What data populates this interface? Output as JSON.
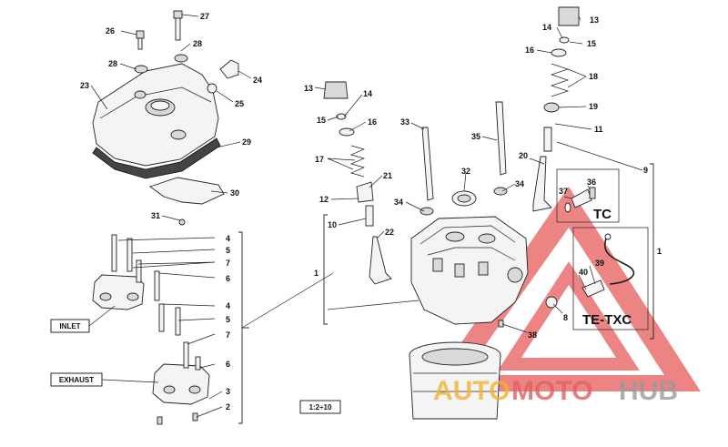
{
  "labels": {
    "inlet": "INLET",
    "exhaust": "EXHAUST",
    "scale": "1:2÷10",
    "tc": "TC",
    "te_txc": "TE-TXC"
  },
  "callouts": {
    "n1": "1",
    "n2": "2",
    "n3": "3",
    "n4": "4",
    "n5": "5",
    "n6": "6",
    "n7": "7",
    "n8": "8",
    "n9": "9",
    "n10": "10",
    "n11": "11",
    "n12": "12",
    "n13": "13",
    "n14": "14",
    "n15": "15",
    "n16": "16",
    "n17": "17",
    "n18": "18",
    "n19": "19",
    "n20": "20",
    "n21": "21",
    "n22": "22",
    "n23": "23",
    "n24": "24",
    "n25": "25",
    "n26": "26",
    "n27": "27",
    "n28": "28",
    "n29": "29",
    "n30": "30",
    "n31": "31",
    "n32": "32",
    "n33": "33",
    "n34": "34",
    "n35": "35",
    "n36": "36",
    "n37": "37",
    "n38": "38",
    "n39": "39",
    "n40": "40"
  },
  "watermark": {
    "part1": "AUTO",
    "part2": "MOTO",
    "part3": "HUB",
    "color1": "#f2b233",
    "color2": "#e06060",
    "color3": "#9a9a9a",
    "triangle_color": "#e02020"
  }
}
